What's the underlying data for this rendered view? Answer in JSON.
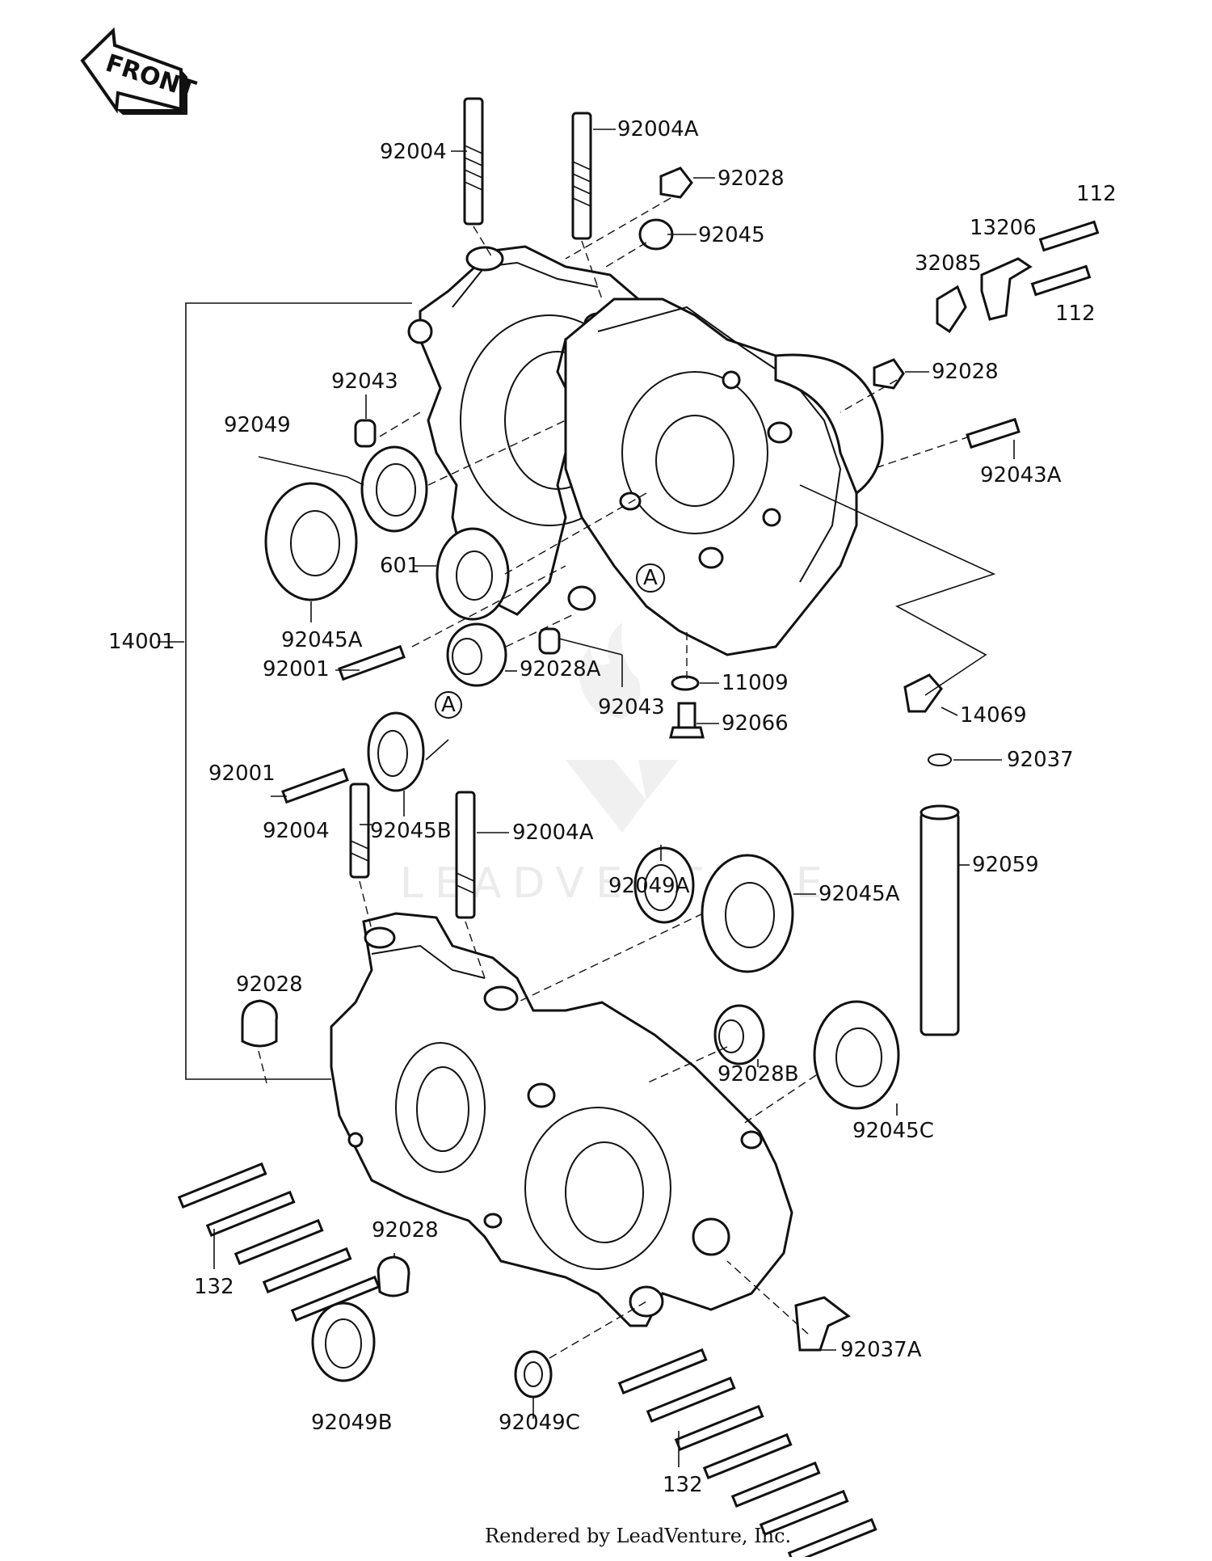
{
  "diagram": {
    "front_badge": "FRONT",
    "footer": "Rendered by LeadVenture, Inc.",
    "watermark": "LEADVENTURE",
    "callout_letter": "A",
    "labels": {
      "p92004_top": "92004",
      "p92004A_top": "92004A",
      "p92028_top": "92028",
      "p92045_top": "92045",
      "p112_a": "112",
      "p13206": "13206",
      "p32085": "32085",
      "p112_b": "112",
      "p92028_right": "92028",
      "p92043_upper": "92043",
      "p92049": "92049",
      "p92043A": "92043A",
      "p601": "601",
      "p14001": "14001",
      "p92045A_left": "92045A",
      "p92001_upper": "92001",
      "p92028A": "92028A",
      "p92043_mid": "92043",
      "p11009": "11009",
      "p92066": "92066",
      "p14069": "14069",
      "p92001_lower": "92001",
      "p92045B": "92045B",
      "p92037": "92037",
      "p92004_lower": "92004",
      "p92004A_lower": "92004A",
      "p92059": "92059",
      "p92049A": "92049A",
      "p92045A_lower": "92045A",
      "p92028_left": "92028",
      "p92028B": "92028B",
      "p92045C": "92045C",
      "p92028_bottom": "92028",
      "p132_left": "132",
      "p92037A": "92037A",
      "p92049B": "92049B",
      "p92049C": "92049C",
      "p132_right": "132"
    }
  }
}
